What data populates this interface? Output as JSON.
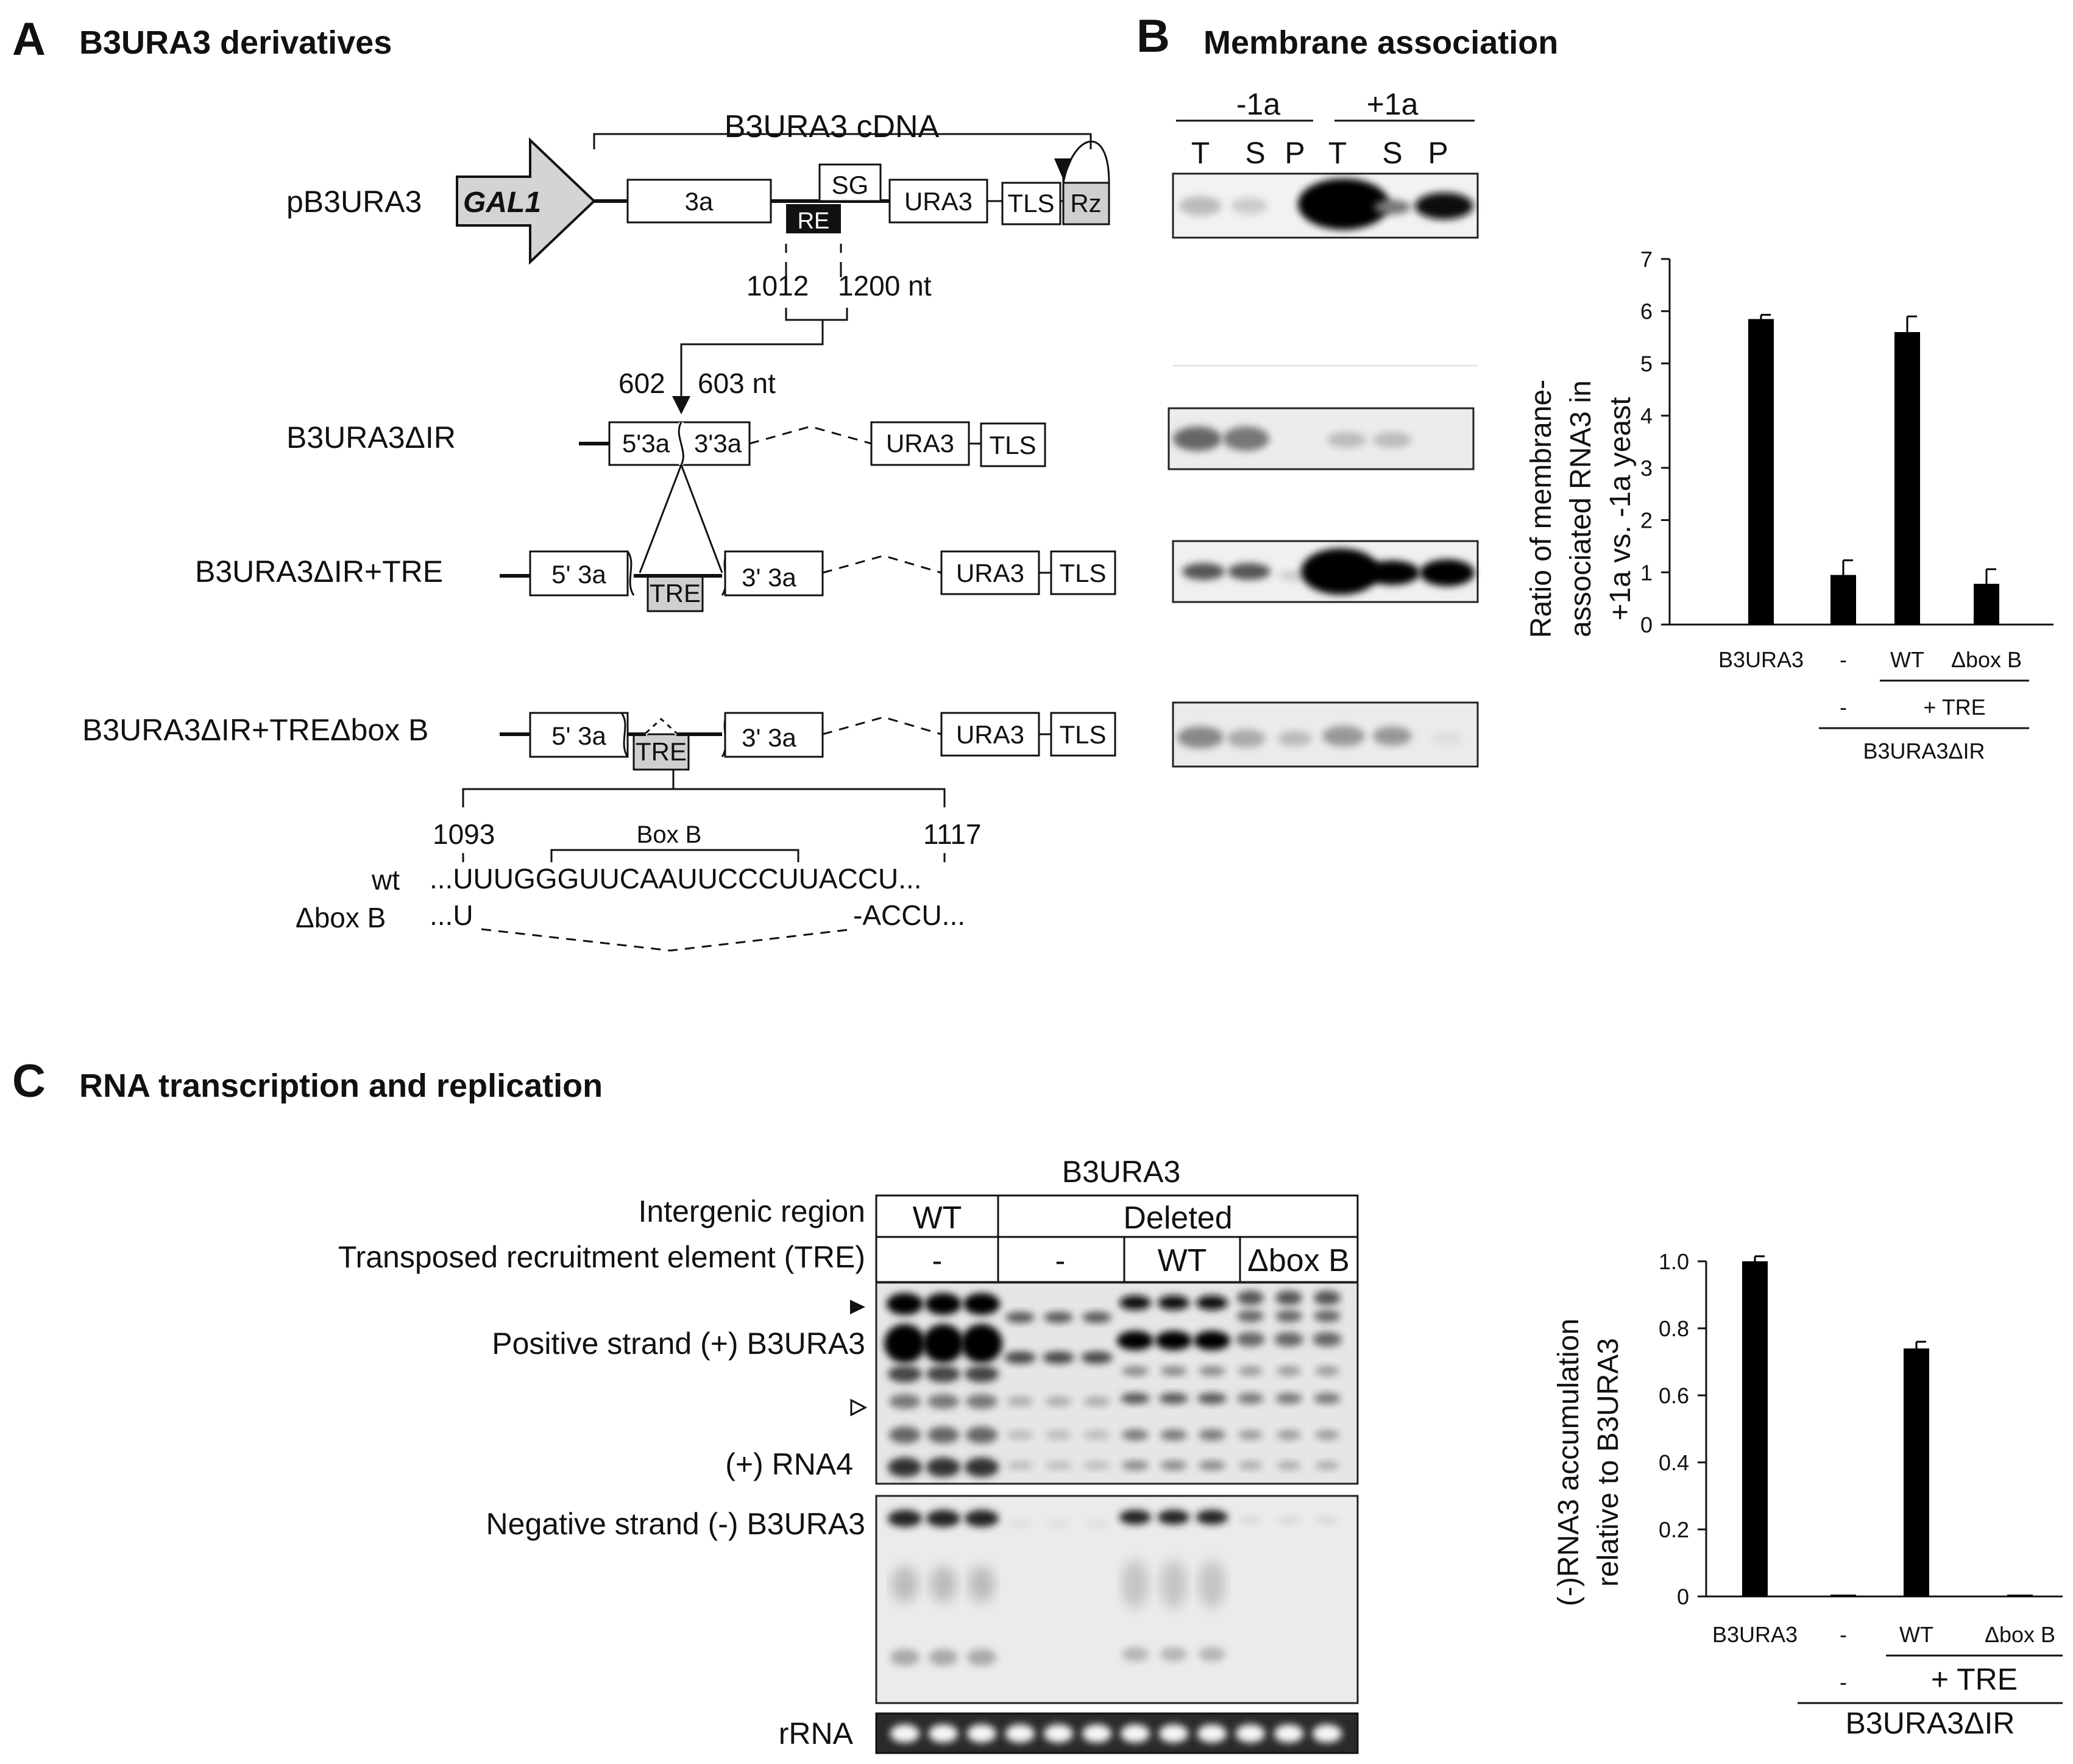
{
  "panel_a": {
    "letter": "A",
    "title": "B3URA3 derivatives",
    "cdna_label": "B3URA3 cDNA",
    "construct_labels": [
      "pB3URA3",
      "B3URA3ΔIR",
      "B3URA3ΔIR+TRE",
      "B3URA3ΔIR+TREΔbox B"
    ],
    "gal1": "GAL1",
    "segments": {
      "a3": "3a",
      "sg": "SG",
      "re": "RE",
      "ura3": "URA3",
      "tls": "TLS",
      "rz": "Rz",
      "five3a_short": "5'3a",
      "three3a_short": "3'3a",
      "five3a": "5' 3a",
      "three3a": "3' 3a",
      "tre": "TRE"
    },
    "coords": {
      "nt1012": "1012",
      "nt1200": "1200 nt",
      "nt602": "602",
      "nt603": "603 nt",
      "nt1093": "1093",
      "nt1117": "1117"
    },
    "boxb_label": "Box B",
    "seq_wt_label": "wt",
    "seq_wt": "...UUUGGGUUCAAUUCCCUUACCU...",
    "seq_del_label": "Δbox B",
    "seq_del_left": "...U",
    "seq_del_right": "-ACCU..."
  },
  "panel_b": {
    "letter": "B",
    "title": "Membrane association",
    "group_neg": "-1a",
    "group_pos": "+1a",
    "lanes": [
      "T",
      "S",
      "P",
      "T",
      "S",
      "P"
    ]
  },
  "panel_c": {
    "letter": "C",
    "title": "RNA transcription and replication",
    "b3ura3_header": "B3URA3",
    "row_intergenic": "Intergenic region",
    "row_tre": "Transposed recruitment element (TRE)",
    "ig_wt": "WT",
    "ig_deleted": "Deleted",
    "tre_dash1": "-",
    "tre_dash2": "-",
    "tre_wt": "WT",
    "tre_dbox": "Δbox B",
    "pos_label": "Positive strand (+) B3URA3",
    "rna4_label": "(+) RNA4",
    "neg_label": "Negative strand (-) B3URA3",
    "rrna_label": "rRNA"
  },
  "chart_data": [
    {
      "type": "bar",
      "categories": [
        "B3URA3",
        "-",
        "WT",
        "Δbox B"
      ],
      "values": [
        5.85,
        0.95,
        5.6,
        0.78
      ],
      "errors": [
        0.08,
        0.28,
        0.3,
        0.28
      ],
      "ylabel_line1": "Ratio of membrane-",
      "ylabel_line2": "associated RNA3 in",
      "ylabel_line3": "+1a vs. -1a yeast",
      "ylim": [
        0,
        7
      ],
      "yticks": [
        "0",
        "1",
        "2",
        "3",
        "4",
        "5",
        "6",
        "7"
      ],
      "group_minus": "-",
      "group_tre": "+ TRE",
      "group_parent": "B3URA3ΔIR"
    },
    {
      "type": "bar",
      "categories": [
        "B3URA3",
        "-",
        "WT",
        "Δbox B"
      ],
      "values": [
        1.0,
        0.0,
        0.74,
        0.0
      ],
      "errors": [
        0.015,
        0.0,
        0.02,
        0.0
      ],
      "ylabel_line1": "(-)RNA3 accumulation",
      "ylabel_line2": "relative to B3URA3",
      "ylim": [
        0,
        1.0
      ],
      "yticks": [
        "0",
        "0.2",
        "0.4",
        "0.6",
        "0.8",
        "1.0"
      ],
      "group_minus": "-",
      "group_tre": "+ TRE",
      "group_parent": "B3URA3ΔIR"
    }
  ]
}
